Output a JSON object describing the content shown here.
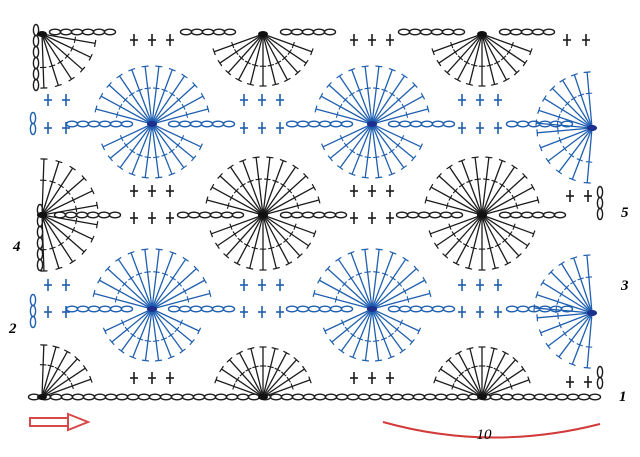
{
  "diagram": {
    "row_labels": [
      {
        "text": "1",
        "side": "right"
      },
      {
        "text": "2",
        "side": "left"
      },
      {
        "text": "3",
        "side": "right"
      },
      {
        "text": "4",
        "side": "left"
      },
      {
        "text": "5",
        "side": "right"
      }
    ],
    "repeat_label": "10",
    "colors": {
      "black_stitch": "#1b1b1b",
      "blue_stitch": "#1f5fb0",
      "blue_center": "#1d2f8f",
      "label_red": "#d23a3a",
      "arrow_red": "#d84848"
    },
    "symbols": [
      "chain",
      "single-crochet",
      "double-crochet",
      "fan-shell"
    ]
  }
}
